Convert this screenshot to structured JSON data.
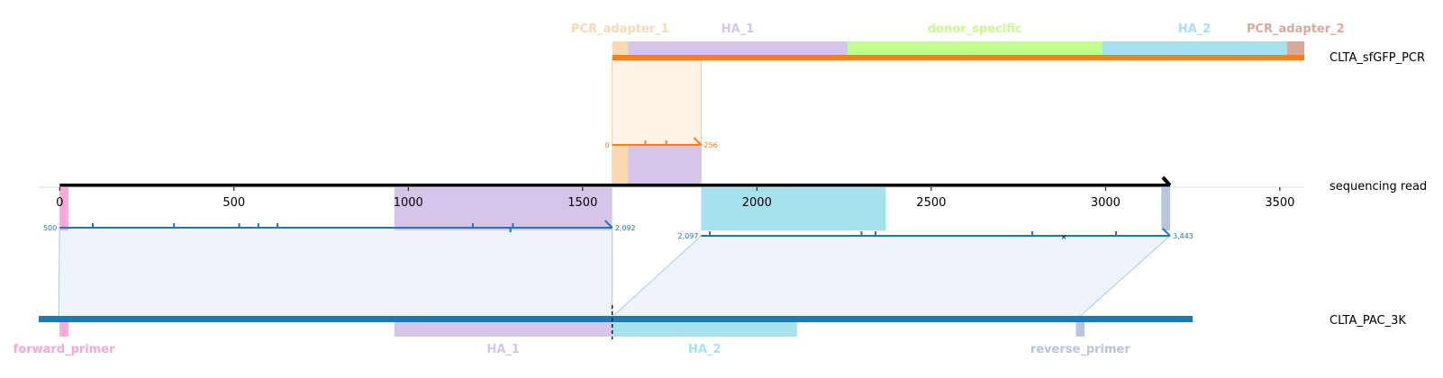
{
  "colors": {
    "pcr_track": "#f5801e",
    "pac_track": "#1f77b4",
    "read": "#000000",
    "PCR_adapter_1": "#fbd9b0",
    "PCR_adapter_2": "#dba89c",
    "HA_1": "#d6c5ea",
    "HA_2": "#a6e2ed",
    "donor_specific": "#c4fd8c",
    "forward_primer": "#f9a8d8",
    "reverse_primer": "#b8c4e0",
    "link_fill": "#eef4f9",
    "link_line": "#a9cbe6",
    "orange_fill": "#fef3e7"
  },
  "tracks": {
    "pcr": {
      "name": "CLTA_sfGFP_PCR"
    },
    "read": {
      "name": "sequencing read"
    },
    "pac": {
      "name": "CLTA_PAC_3K"
    }
  },
  "axis": {
    "min": -60,
    "max": 3570,
    "ticks": [
      0,
      500,
      1000,
      1500,
      2000,
      2500,
      3000,
      3500
    ],
    "tick_labels": [
      "0",
      "500",
      "1000",
      "1500",
      "2000",
      "2500",
      "3000",
      "3500"
    ]
  },
  "pcr_features": [
    {
      "name": "PCR_adapter_1",
      "start": 1585,
      "end": 1630,
      "label": "PCR_adapter_1"
    },
    {
      "name": "HA_1",
      "start": 1630,
      "end": 2260,
      "label": "HA_1"
    },
    {
      "name": "donor_specific",
      "start": 2260,
      "end": 2990,
      "label": "donor_specific"
    },
    {
      "name": "HA_2",
      "start": 2990,
      "end": 3520,
      "label": "HA_2"
    },
    {
      "name": "PCR_adapter_2",
      "start": 3520,
      "end": 3570,
      "label": "PCR_adapter_2"
    }
  ],
  "pcr_range": {
    "start": 1585,
    "end": 3570
  },
  "read_features": [
    {
      "name": "forward_primer",
      "start": 0,
      "end": 25
    },
    {
      "name": "HA_1",
      "start": 960,
      "end": 1585
    },
    {
      "name": "HA_2",
      "start": 1840,
      "end": 2370
    },
    {
      "name": "reverse_primer",
      "start": 3160,
      "end": 3185
    }
  ],
  "read_range": {
    "start": 0,
    "end": 3185
  },
  "pac_range": {
    "start": -60,
    "end": 3250
  },
  "pac_features": [
    {
      "name": "forward_primer",
      "start": 0,
      "end": 25,
      "label": "forward_primer"
    },
    {
      "name": "HA_1",
      "start": 960,
      "end": 1585,
      "label": "HA_1"
    },
    {
      "name": "HA_2",
      "start": 1585,
      "end": 2115,
      "label": "HA_2"
    },
    {
      "name": "reverse_primer",
      "start": 2915,
      "end": 2940,
      "label": "reverse_primer"
    }
  ],
  "pac_breakpoint": 1585,
  "alignments": [
    {
      "target": "pcr",
      "read_start": 1585,
      "read_end": 1840,
      "label_start": "0",
      "label_end": "256",
      "marks": [
        {
          "pos": 1680,
          "type": "tick"
        },
        {
          "pos": 1740,
          "type": "tick"
        }
      ]
    },
    {
      "target": "pac",
      "read_start": 0,
      "read_end": 1585,
      "pac_start": -3,
      "pac_end": 1585,
      "label_start": "500",
      "label_end": "2,092",
      "marks": [
        {
          "pos": 95,
          "type": "tick"
        },
        {
          "pos": 328,
          "type": "tick"
        },
        {
          "pos": 515,
          "type": "tick"
        },
        {
          "pos": 570,
          "type": "tick"
        },
        {
          "pos": 625,
          "type": "tick"
        },
        {
          "pos": 1185,
          "type": "tick"
        },
        {
          "pos": 1300,
          "type": "tick"
        },
        {
          "pos": 1293,
          "type": "down"
        }
      ]
    },
    {
      "target": "pac",
      "read_start": 1840,
      "read_end": 3185,
      "pac_start": 1585,
      "pac_end": 2925,
      "label_start": "2,097",
      "label_end": "3,443",
      "marks": [
        {
          "pos": 1865,
          "type": "tick"
        },
        {
          "pos": 2300,
          "type": "tick"
        },
        {
          "pos": 2340,
          "type": "tick"
        },
        {
          "pos": 2790,
          "type": "tick"
        },
        {
          "pos": 3030,
          "type": "tick"
        },
        {
          "pos": 2880,
          "type": "cross"
        }
      ]
    }
  ]
}
